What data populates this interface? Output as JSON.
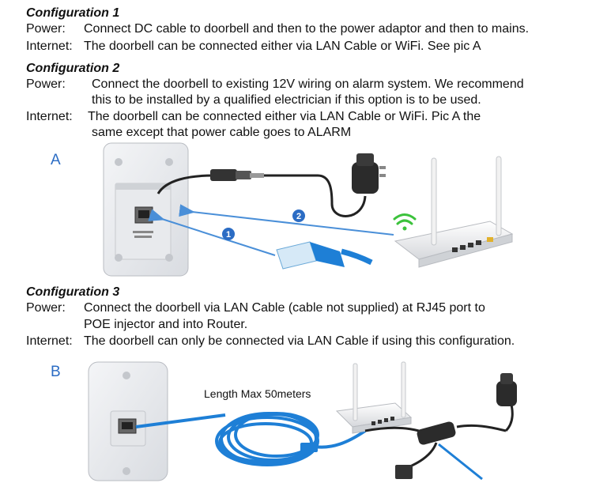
{
  "config1": {
    "heading": "Configuration 1",
    "power_label": "Power:",
    "power_text": "Connect DC cable to doorbell and then to the power adaptor and then to mains.",
    "internet_label": "Internet:",
    "internet_text": "The doorbell can be connected either via LAN Cable or WiFi. See pic A"
  },
  "config2": {
    "heading": "Configuration 2",
    "power_label": "Power:",
    "power_text_1": "Connect the doorbell to existing 12V wiring on alarm system. We recommend",
    "power_text_2": "this to be installed by a qualified electrician if this option is to be used.",
    "internet_label": "Internet:",
    "internet_text_1": "The doorbell can be connected either via LAN Cable or WiFi.  Pic A the",
    "internet_text_2": "same except that power cable goes to ALARM"
  },
  "figure_a": {
    "letter": "A",
    "badge_1": "1",
    "badge_2": "2"
  },
  "config3": {
    "heading": "Configuration 3",
    "power_label": "Power:",
    "power_text_1": "Connect the doorbell via LAN Cable (cable not supplied) at RJ45 port to",
    "power_text_2": "POE injector and into Router.",
    "internet_label": "Internet:",
    "internet_text": "The doorbell can only be connected via LAN Cable if using this configuration."
  },
  "figure_b": {
    "letter": "B",
    "cable_length_label": "Length Max 50meters"
  },
  "colors": {
    "accent_blue": "#2b6cc4",
    "cable_blue": "#1e7fd6",
    "wifi_green": "#3cc23c",
    "arrow_blue": "#4a8fd8"
  }
}
